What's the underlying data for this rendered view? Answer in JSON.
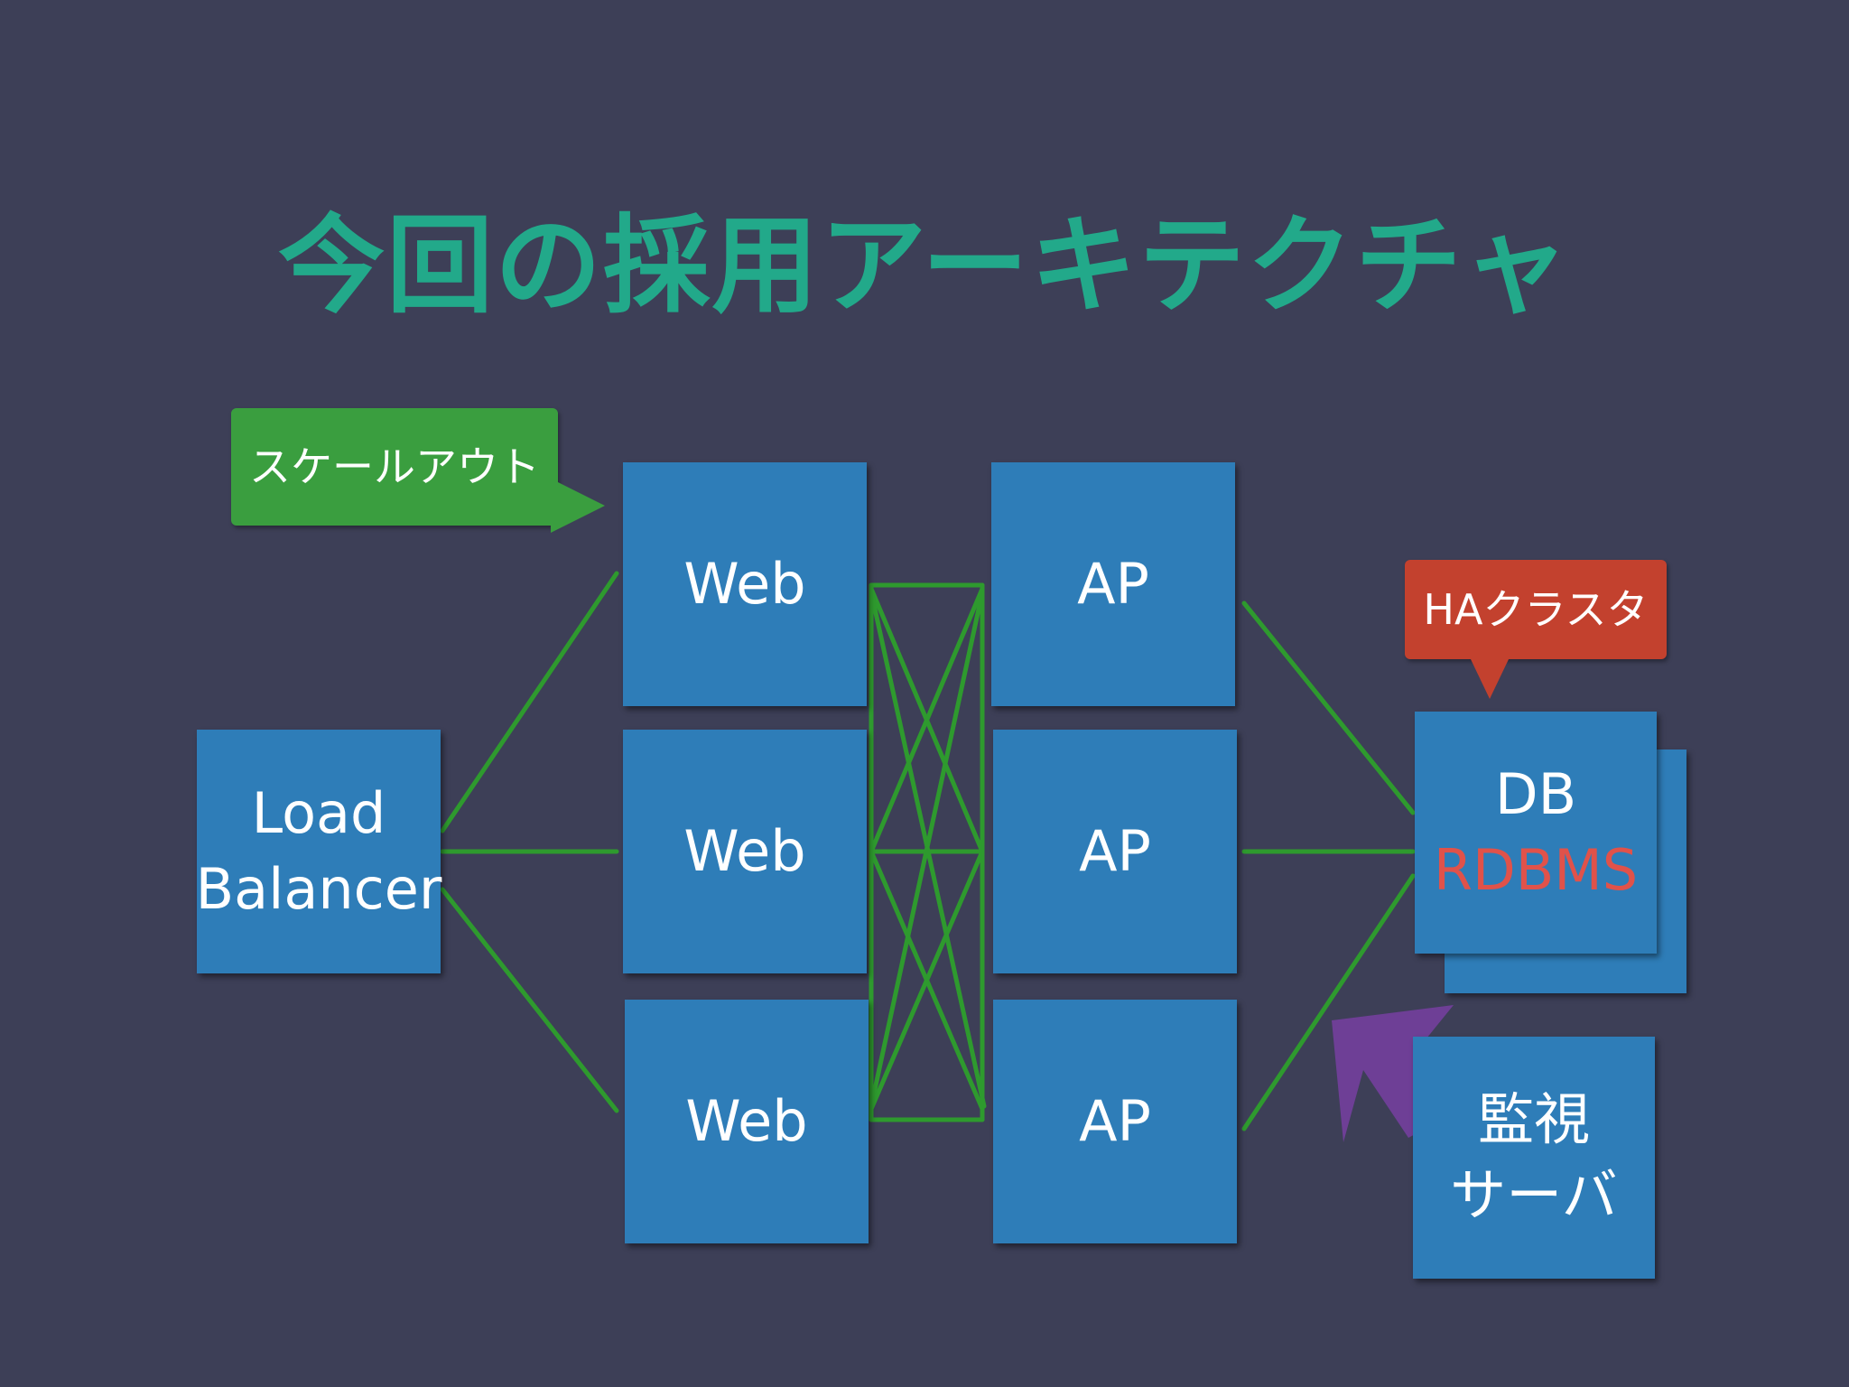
{
  "title": "今回の採用アーキテクチャ",
  "callouts": {
    "scale_out": "スケールアウト",
    "ha_cluster": "HAクラスタ"
  },
  "load_balancer": {
    "line1": "Load",
    "line2": "Balancer"
  },
  "web_servers": [
    "Web",
    "Web",
    "Web"
  ],
  "ap_servers": [
    "AP",
    "AP",
    "AP"
  ],
  "db": {
    "line1": "DB",
    "line2": "RDBMS"
  },
  "monitor": {
    "line1": "監視",
    "line2": "サーバ"
  },
  "colors": {
    "background": "#3d3f57",
    "title": "#22a98a",
    "box": "#2e7db8",
    "connector": "#2e9a2e",
    "callout_green": "#3a9e3f",
    "callout_red": "#c3412e",
    "rdbms_text": "#e0524a",
    "monitor_arrow": "#6e3f96"
  }
}
